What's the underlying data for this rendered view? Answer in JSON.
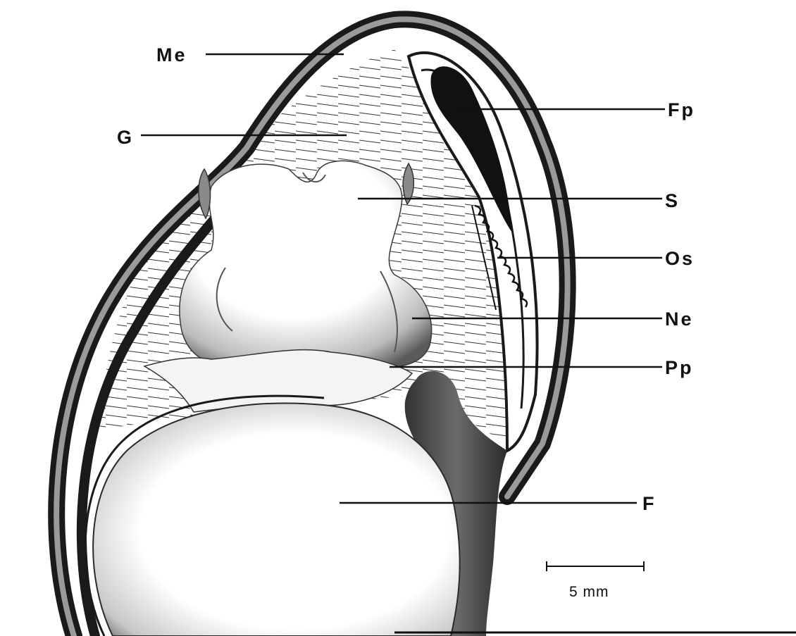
{
  "labels": {
    "me": "Me",
    "g": "G",
    "fp": "Fp",
    "s": "S",
    "os": "Os",
    "ne": "Ne",
    "pp": "Pp",
    "f": "F"
  },
  "scale_bar": {
    "text": "5 mm"
  },
  "colors": {
    "ink": "#111111",
    "paper": "#ffffff",
    "shade": "#555555"
  }
}
